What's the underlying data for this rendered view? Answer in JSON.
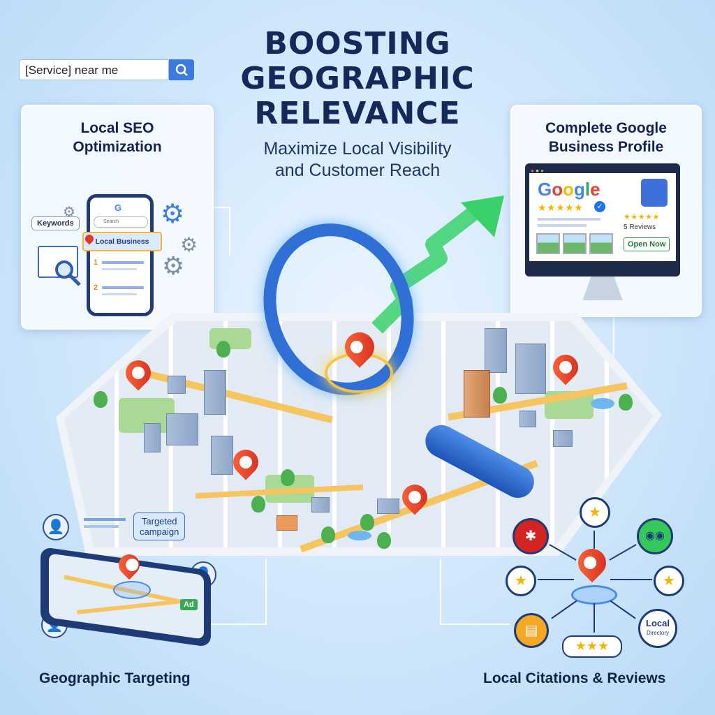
{
  "header": {
    "title_lines": [
      "BOOSTING",
      "GEOGRAPHIC",
      "RELEVANCE"
    ],
    "subtitle_lines": [
      "Maximize Local Visibility",
      "and Customer Reach"
    ]
  },
  "seo_panel": {
    "title_lines": [
      "Local SEO",
      "Optimization"
    ],
    "search_value": "[Service] near me",
    "phone_search_placeholder": "Search",
    "keywords_label": "Keywords",
    "local_business_label": "Local Business",
    "rank_1": "1",
    "rank_2": "2",
    "icons": [
      "search-icon",
      "gear-icon",
      "magnifier-icon"
    ]
  },
  "gbp_panel": {
    "title_lines": [
      "Complete Google",
      "Business Profile"
    ],
    "logo_text": "Google",
    "star_rating": "★★★★★",
    "reviews_label": "5 Reviews",
    "open_status": "Open Now",
    "logo_colors": [
      "#4285F4",
      "#EA4335",
      "#FBBC05",
      "#4285F4",
      "#34A853",
      "#EA4335"
    ],
    "verified_color": "#1a73e8"
  },
  "geo_panel": {
    "bubble_lines": [
      "Targeted",
      "campaign"
    ],
    "ad_badge": "Ad",
    "label": "Geographic Targeting"
  },
  "citations_panel": {
    "directory_title": "Local",
    "directory_sub": "Directory",
    "rating_strip": "★★★",
    "label": "Local Citations & Reviews",
    "icons": [
      "yelp-icon",
      "tripadvisor-icon",
      "star-badge-icon",
      "review-doc-icon",
      "local-directory-icon"
    ]
  },
  "colors": {
    "title": "#14285a",
    "accent_blue": "#2f6fd6",
    "pin_red": "#d22a1e",
    "arrow_green": "#3ad16b",
    "star_gold": "#f4b400"
  }
}
